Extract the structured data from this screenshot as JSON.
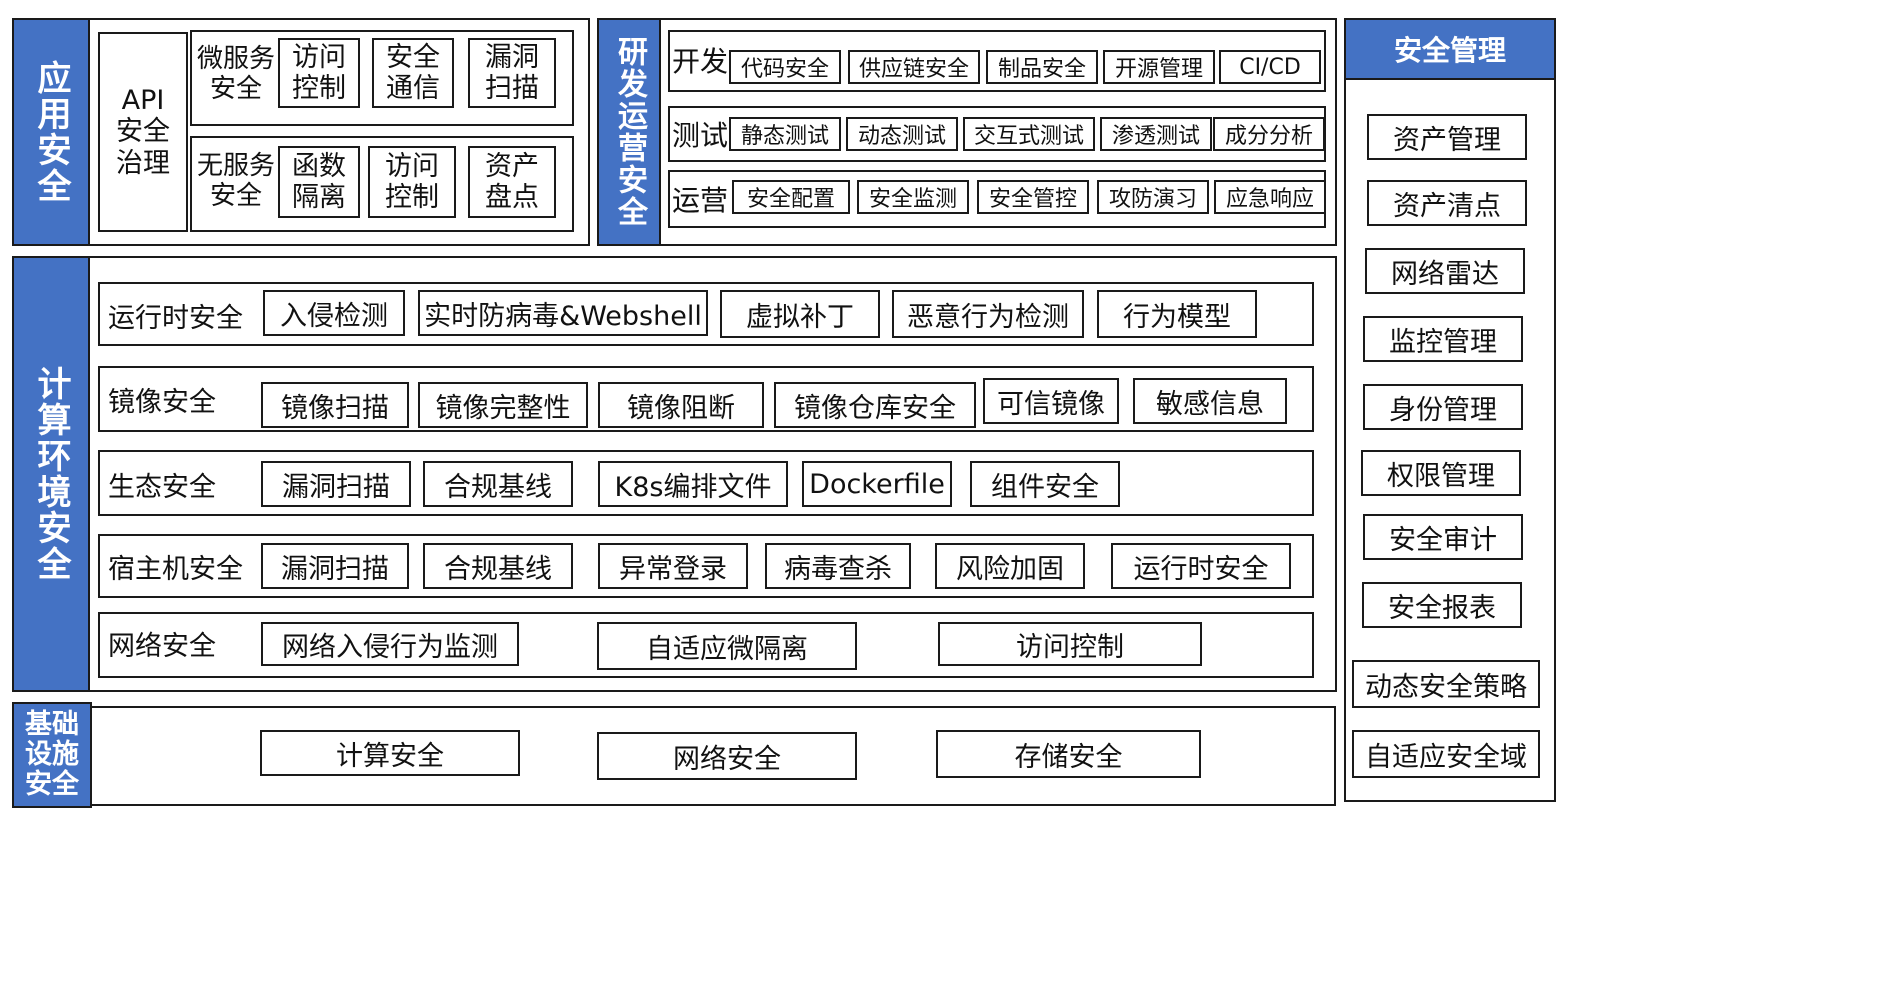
{
  "app_security": {
    "title": "应用安全",
    "api": "API\n安全\n治理",
    "microservice": {
      "label": "微服务\n安全",
      "items": [
        "访问\n控制",
        "安全\n通信",
        "漏洞\n扫描"
      ]
    },
    "serverless": {
      "label": "无服务\n安全",
      "items": [
        "函数\n隔离",
        "访问\n控制",
        "资产\n盘点"
      ]
    }
  },
  "devops": {
    "title": "研发运营安全",
    "rows": [
      {
        "label": "开发",
        "items": [
          "代码安全",
          "供应链安全",
          "制品安全",
          "开源管理",
          "CI/CD"
        ]
      },
      {
        "label": "测试",
        "items": [
          "静态测试",
          "动态测试",
          "交互式测试",
          "渗透测试",
          "成分分析"
        ]
      },
      {
        "label": "运营",
        "items": [
          "安全配置",
          "安全监测",
          "安全管控",
          "攻防演习",
          "应急响应"
        ]
      }
    ]
  },
  "management": {
    "title": "安全管理",
    "items": [
      "资产管理",
      "资产清点",
      "网络雷达",
      "监控管理",
      "身份管理",
      "权限管理",
      "安全审计",
      "安全报表",
      "动态安全策略",
      "自适应安全域"
    ]
  },
  "compute": {
    "title": "计算环境安全",
    "rows": [
      {
        "label": "运行时安全",
        "items": [
          "入侵检测",
          "实时防病毒&Webshell",
          "虚拟补丁",
          "恶意行为检测",
          "行为模型"
        ]
      },
      {
        "label": "镜像安全",
        "items": [
          "镜像扫描",
          "镜像完整性",
          "镜像阻断",
          "镜像仓库安全",
          "可信镜像",
          "敏感信息"
        ]
      },
      {
        "label": "生态安全",
        "items": [
          "漏洞扫描",
          "合规基线",
          "K8s编排文件",
          "Dockerfile",
          "组件安全"
        ]
      },
      {
        "label": "宿主机安全",
        "items": [
          "漏洞扫描",
          "合规基线",
          "异常登录",
          "病毒查杀",
          "风险加固",
          "运行时安全"
        ]
      },
      {
        "label": "网络安全",
        "items": [
          "网络入侵行为监测",
          "自适应微隔离",
          "访问控制"
        ]
      }
    ]
  },
  "infra": {
    "title": "基础\n设施\n安全",
    "items": [
      "计算安全",
      "网络安全",
      "存储安全"
    ]
  },
  "colors": {
    "accent": "#4472c4",
    "border": "#1a1a1a"
  }
}
